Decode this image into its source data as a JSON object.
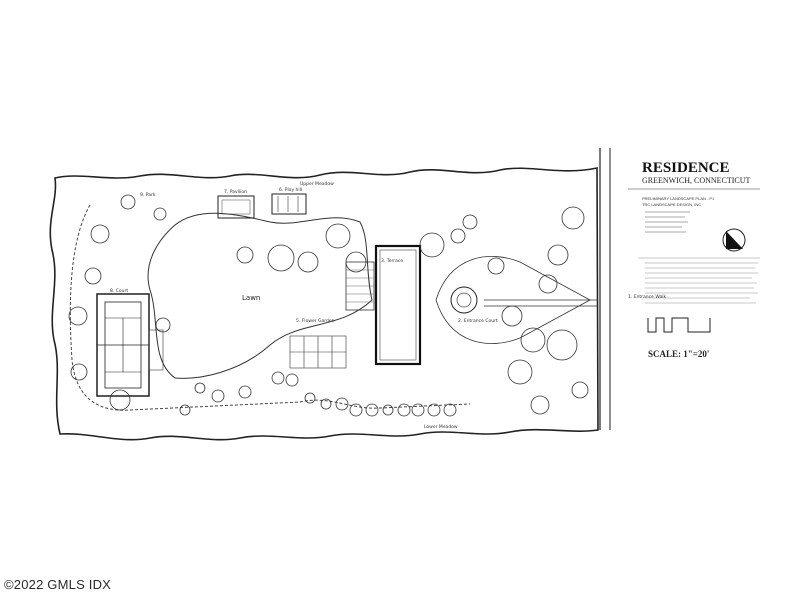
{
  "title_block": {
    "title": "RESIDENCE",
    "location": "GREENWICH, CONNECTICUT",
    "plan_title": "PRELIMINARY LANDSCAPE PLAN - P1",
    "firm": "TRC LANDSCAPE DESIGN, INC",
    "scale_label": "SCALE: 1\"=20'"
  },
  "labels": {
    "parking": "9. Park",
    "pavilion": "7. Pavilion",
    "play_hill": "6. Play hill",
    "court": "8. Court",
    "lawn": "Lawn",
    "terrace": "3. Terrace",
    "flower_garden": "5. Flower Garden",
    "entrance_court": "2. Entrance Court",
    "entrance_walk": "1. Entrance Walk",
    "upper_meadow": "Upper Meadow",
    "lower_meadow": "Lower Meadow"
  },
  "watermark": "©2022 GMLS IDX"
}
